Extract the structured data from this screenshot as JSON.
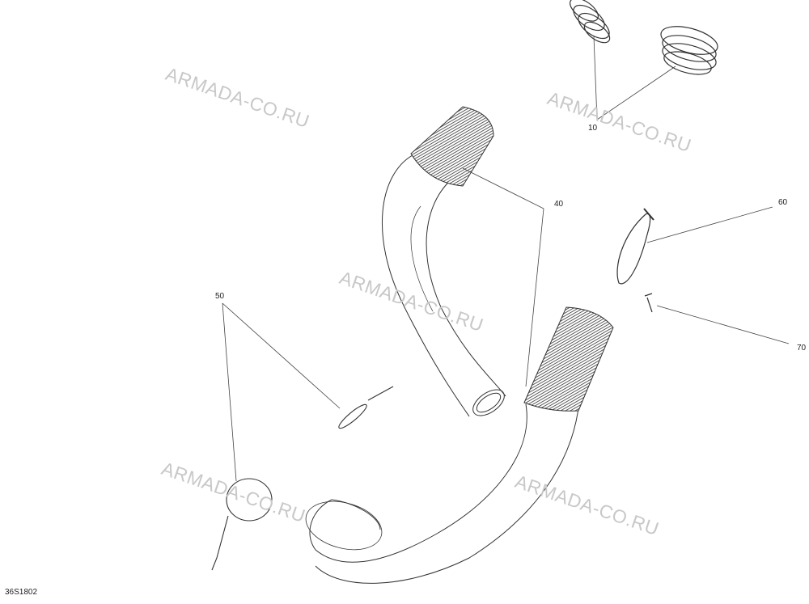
{
  "diagram": {
    "drawing_id": "36S1802",
    "watermark_text": "ARMADA-CO.RU",
    "callouts": [
      {
        "id": "10",
        "label": "10"
      },
      {
        "id": "40",
        "label": "40"
      },
      {
        "id": "50",
        "label": "50"
      },
      {
        "id": "60",
        "label": "60"
      },
      {
        "id": "70",
        "label": "70"
      }
    ],
    "colors": {
      "line": "#333333",
      "watermark": "#c8c8c8",
      "background": "#ffffff"
    }
  }
}
